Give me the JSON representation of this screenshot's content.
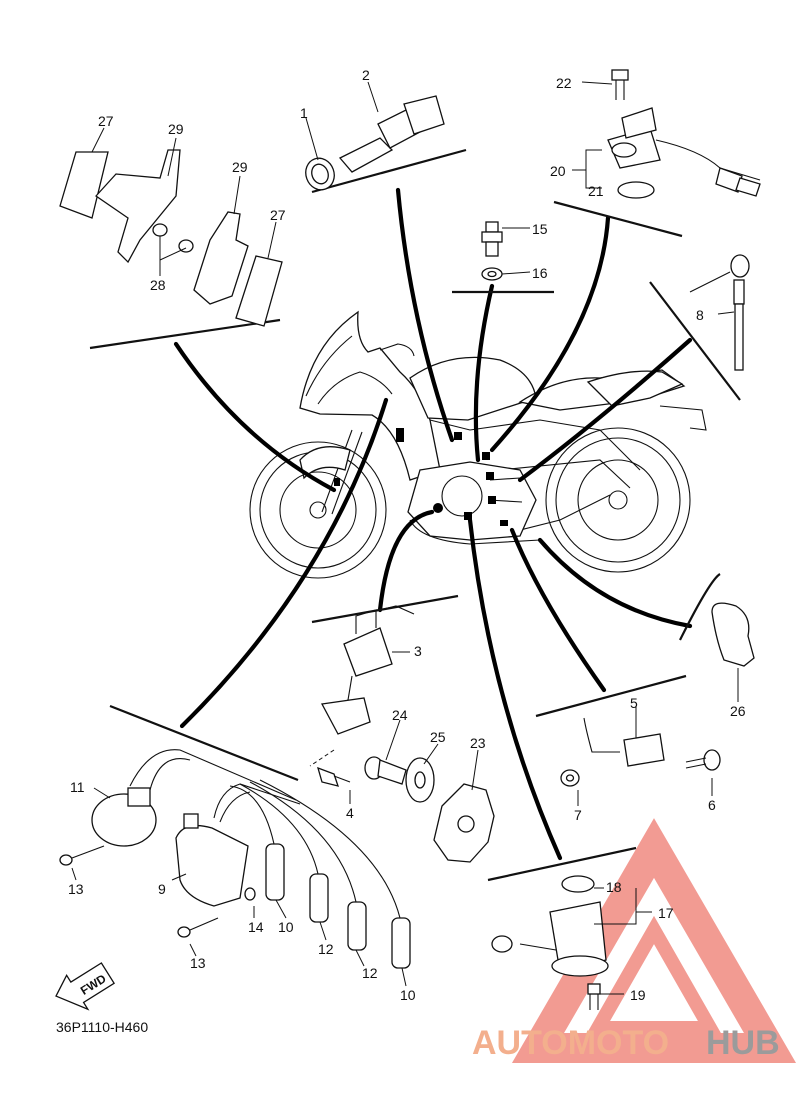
{
  "diagram_code": "36P1110-H460",
  "direction_badge": "FWD",
  "watermark": {
    "text_part_1": "AUTOMOTO",
    "text_part_2": "HUB",
    "color_accent": "#f2a27a",
    "color_dark": "#8a8a8a",
    "triangle_color": "#f08a80"
  },
  "callouts": {
    "n1": "1",
    "n2": "2",
    "n3": "3",
    "n4": "4",
    "n5": "5",
    "n6": "6",
    "n7": "7",
    "n8": "8",
    "n9": "9",
    "n10a": "10",
    "n10b": "10",
    "n11": "11",
    "n12a": "12",
    "n12b": "12",
    "n13a": "13",
    "n13b": "13",
    "n14": "14",
    "n15": "15",
    "n16": "16",
    "n17": "17",
    "n18": "18",
    "n19": "19",
    "n20": "20",
    "n21": "21",
    "n22": "22",
    "n23": "23",
    "n24": "24",
    "n25": "25",
    "n26": "26",
    "n27a": "27",
    "n27b": "27",
    "n28": "28",
    "n29a": "29",
    "n29b": "29"
  }
}
